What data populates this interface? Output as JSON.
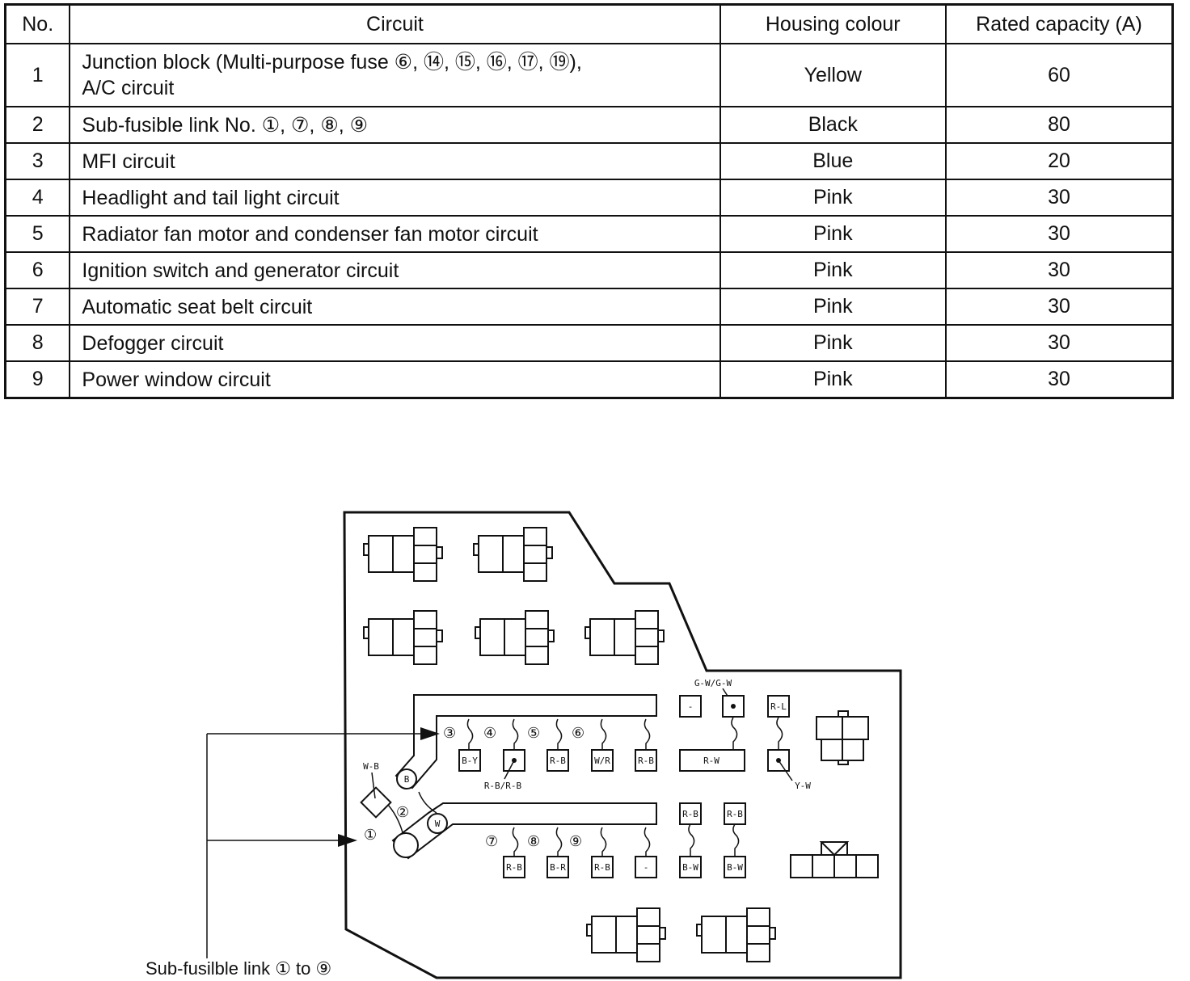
{
  "table": {
    "headers": [
      "No.",
      "Circuit",
      "Housing  colour",
      "Rated  capacity  (A)"
    ],
    "rows": [
      {
        "no": "1",
        "circuit": "Junction block (Multi-purpose fuse ⑥, ⑭, ⑮, ⑯, ⑰, ⑲),",
        "circuit2": "A/C circuit",
        "colour": "Yellow",
        "capacity": "60"
      },
      {
        "no": "2",
        "circuit": "Sub-fusible link No. ①, ⑦, ⑧, ⑨",
        "colour": "Black",
        "capacity": "80"
      },
      {
        "no": "3",
        "circuit": "MFI circuit",
        "colour": "Blue",
        "capacity": "20"
      },
      {
        "no": "4",
        "circuit": "Headlight and tail light circuit",
        "colour": "Pink",
        "capacity": "30"
      },
      {
        "no": "5",
        "circuit": "Radiator fan motor and condenser fan motor circuit",
        "colour": "Pink",
        "capacity": "30"
      },
      {
        "no": "6",
        "circuit": "Ignition switch and generator circuit",
        "colour": "Pink",
        "capacity": "30"
      },
      {
        "no": "7",
        "circuit": "Automatic seat belt circuit",
        "colour": "Pink",
        "capacity": "30"
      },
      {
        "no": "8",
        "circuit": "Defogger circuit",
        "colour": "Pink",
        "capacity": "30"
      },
      {
        "no": "9",
        "circuit": "Power window circuit",
        "colour": "Pink",
        "capacity": "30"
      }
    ]
  },
  "diagram": {
    "caption": "Sub-fusilble link ① to ⑨",
    "nums": {
      "n1": "①",
      "n2": "②",
      "n3": "③",
      "n4": "④",
      "n5": "⑤",
      "n6": "⑥",
      "n7": "⑦",
      "n8": "⑧",
      "n9": "⑨"
    },
    "circle_b": "B",
    "circle_w": "W",
    "wire_wb": "W-B",
    "top_row": [
      "B-Y",
      "",
      "R-B",
      "W/R",
      "R-B"
    ],
    "top_row_sub": "R-B/R-B",
    "bottom_row": [
      "R-B",
      "B-R",
      "R-B",
      "-"
    ],
    "right_dash": "-",
    "right_gw": "G-W/G-W",
    "right_rl": "R-L",
    "right_rw": "R-W",
    "right_yw": "Y-W",
    "right_rb1": "R-B",
    "right_rb2": "R-B",
    "right_bw1": "B-W",
    "right_bw2": "B-W"
  }
}
